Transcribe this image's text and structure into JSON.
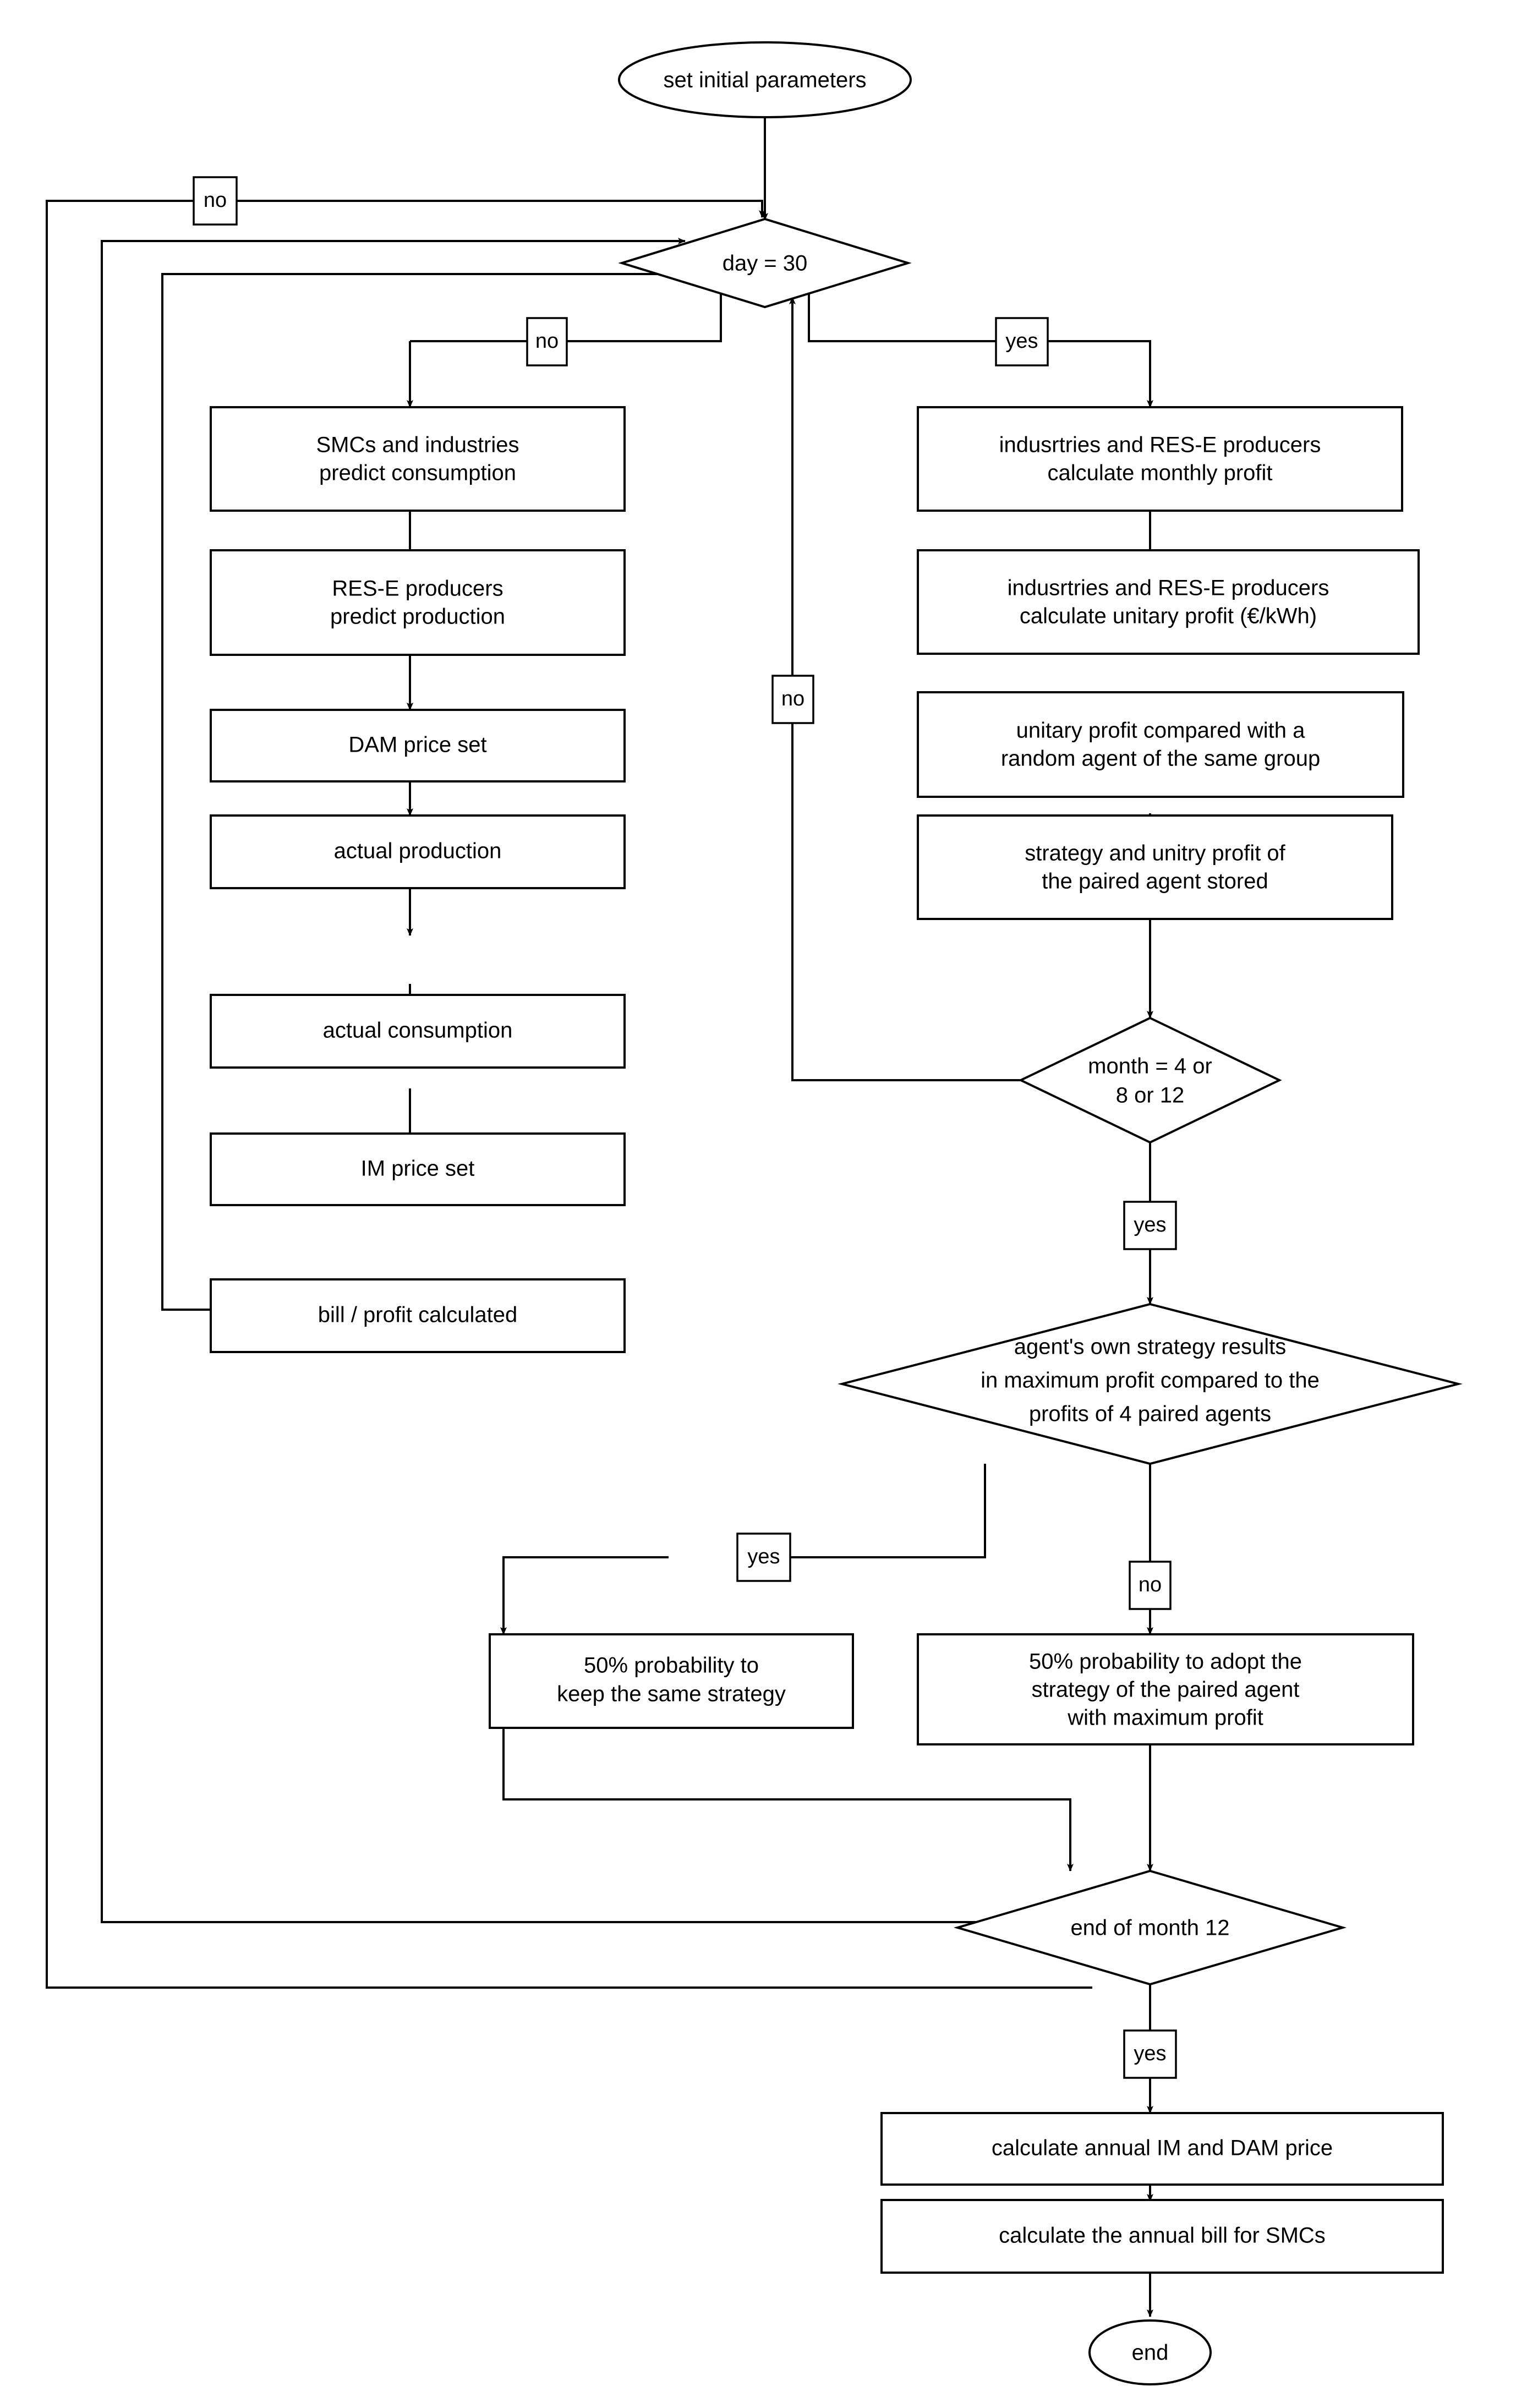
{
  "diagram": {
    "title": "agent-based electricity market simulation flowchart",
    "stroke_color": "#000000",
    "fill_color": "#ffffff",
    "background": "#ffffff"
  },
  "nodes": {
    "start": {
      "text": "set initial parameters",
      "shape": "ellipse"
    },
    "d_day30": {
      "text": "day = 30",
      "shape": "diamond"
    },
    "l1": {
      "line1": "SMCs and industries",
      "line2": "predict consumption",
      "shape": "rect"
    },
    "l2": {
      "line1": "RES-E producers",
      "line2": "predict production",
      "shape": "rect"
    },
    "l3": {
      "line1": "DAM price set",
      "shape": "rect"
    },
    "l4": {
      "line1": "actual production",
      "shape": "rect"
    },
    "l5": {
      "line1": "actual consumption",
      "shape": "rect"
    },
    "l6": {
      "line1": "IM price set",
      "shape": "rect"
    },
    "l7": {
      "line1": "bill / profit calculated",
      "shape": "rect"
    },
    "r1": {
      "line1": "indusrtries and RES-E producers",
      "line2": "calculate monthly profit",
      "shape": "rect"
    },
    "r2": {
      "line1": "indusrtries and RES-E producers",
      "line2": "calculate unitary profit (€/kWh)",
      "shape": "rect"
    },
    "r3": {
      "line1": "unitary profit compared with a",
      "line2": "random agent of the same group",
      "shape": "rect"
    },
    "r4": {
      "line1": "strategy and unitry profit of",
      "line2": "the paired agent stored",
      "shape": "rect"
    },
    "d_month": {
      "line1": "month = 4 or",
      "line2": "8 or 12",
      "shape": "diamond"
    },
    "d_maxprofit": {
      "line1": "agent's own strategy results",
      "line2": "in maximum profit compared to the",
      "line3": "profits of 4 paired agents",
      "shape": "diamond"
    },
    "p_keep": {
      "line1": "50% probability to",
      "line2": "keep the same strategy",
      "shape": "rect"
    },
    "p_adopt": {
      "line1": "50% probability to adopt the",
      "line2": "strategy of the paired agent",
      "line3": "with maximum profit",
      "shape": "rect"
    },
    "d_eom12": {
      "text": "end of month 12",
      "shape": "diamond"
    },
    "f1": {
      "text": "calculate annual IM and DAM price",
      "shape": "rect"
    },
    "f2": {
      "text": "calculate the annual bill for SMCs",
      "shape": "rect"
    },
    "end": {
      "text": "end",
      "shape": "ellipse"
    }
  },
  "edge_labels": {
    "no_top_outer": "no",
    "no_day30_left": "no",
    "yes_day30_right": "yes",
    "no_month_left": "no",
    "yes_month_down": "yes",
    "yes_maxprofit_left": "yes",
    "no_maxprofit_down": "no",
    "yes_eom12_down": "yes"
  }
}
